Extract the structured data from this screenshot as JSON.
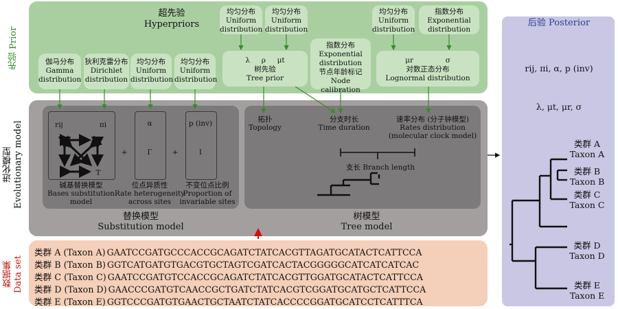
{
  "side_labels": {
    "prior": "先验 Prior",
    "evolutionary_model": "进化模型\nEvolutionary model",
    "data_set": "数据集\nData set"
  },
  "prior": {
    "hyperpriors": {
      "zh": "超先验",
      "en": "Hyperpriors"
    },
    "top_uniform_1": {
      "zh": "均匀分布",
      "en": "Uniform\ndistribution"
    },
    "top_uniform_2": {
      "zh": "均匀分布",
      "en": "Uniform\ndistribution"
    },
    "top_uniform_3": {
      "zh": "均匀分布",
      "en": "Uniform\ndistribution"
    },
    "top_exponential": {
      "zh": "指数分布",
      "en": "Exponential\ndistribution"
    },
    "gamma": {
      "zh": "伽马分布",
      "en": "Gamma\ndistribution"
    },
    "dirichlet": {
      "zh": "狄利克雷分布",
      "en": "Dirichlet\ndistribution"
    },
    "uniform_alpha": {
      "zh": "均匀分布",
      "en": "Uniform\ndistribution"
    },
    "uniform_pinv": {
      "zh": "均匀分布",
      "en": "Uniform\ndistribution"
    },
    "tree_prior": {
      "params": "λ     ρ     μt",
      "zh": "树先验",
      "en": "Tree prior"
    },
    "node_calibration": {
      "zh1": "指数分布",
      "en1": "Exponential",
      "en2": "distribution",
      "zh2": "节点年龄标记",
      "en3": "Node calibration"
    },
    "lognormal": {
      "params": "μr              σ",
      "zh": "对数正态分布",
      "en": "Lognormal distribution"
    }
  },
  "evolutionary": {
    "substitution": {
      "rij": "rij",
      "pii": "πi",
      "bases": [
        "A",
        "C",
        "G",
        "T"
      ],
      "alpha": "α",
      "gamma": "Γ",
      "pinv": "p (inv)",
      "I": "I",
      "plus1": "+",
      "plus2": "+",
      "bases_label_zh": "碱基替换模型",
      "bases_label_en": "Bases substitution\nmodel",
      "rate_label_zh": "位点异质性",
      "rate_label_en": "Rate heterogeneity\nacross sites",
      "inv_label_zh": "不变位点比例",
      "inv_label_en": "Proportion of\ninvariable sites",
      "title_zh": "替换模型",
      "title_en": "Substitution model"
    },
    "tree": {
      "topology_zh": "拓扑",
      "topology_en": "Topology",
      "time_zh": "分支时长",
      "time_en": "Time duration",
      "rates_zh": "速率分布 (分子钟模型)",
      "rates_en": "Rates distribution\n(molecular clock model)",
      "branch_length": "支长 Branch length",
      "title_zh": "树模型",
      "title_en": "Tree model"
    }
  },
  "data_set": {
    "rows": [
      {
        "taxon": "类群 A (Taxon A)",
        "sequence": "GAATCCGATGCCCACCGCAGATCTATCACGTTAGATGCATACTCATTCCA"
      },
      {
        "taxon": "类群 B (Taxon B)",
        "sequence": "GGTCATGATGTGACGTGCTAGTCGATCACTACGGGGGCATCATCATCAC"
      },
      {
        "taxon": "类群 C (Taxon C)",
        "sequence": "GAATCCGATGTCCACCGCAGATCTATCACGTTGGATGCATACTCATTCCA"
      },
      {
        "taxon": "类群 D (Taxon D)",
        "sequence": "GAACCCGATGTCAACCGCTGATCTATCACGTCGGATGCATGCTCATTCCA"
      },
      {
        "taxon": "类群 E (Taxon E)",
        "sequence": "GGTCCCGATGTGAACTGCTAATCTATCACCCCGGATGCATCCTCATTTCA"
      }
    ]
  },
  "posterior": {
    "title": "后验 Posterior",
    "params1": "rij, πi, α, p (inv)",
    "params2": "λ, μt, μr, σ",
    "taxa": [
      {
        "zh": "类群 A",
        "en": "Taxon A"
      },
      {
        "zh": "类群 B",
        "en": "Taxon B"
      },
      {
        "zh": "类群 C",
        "en": "Taxon C"
      },
      {
        "zh": "类群 D",
        "en": "Taxon D"
      },
      {
        "zh": "类群 E",
        "en": "Taxon E"
      }
    ]
  },
  "colors": {
    "prior_panel": "#a9cfa1",
    "prior_box": "#c9e3c2",
    "evo_panel": "#a39f9f",
    "evo_box": "#7c7a7a",
    "data_panel": "#f4cfb9",
    "posterior_panel": "#c9c7e4",
    "side_prior": "#3a8a2a",
    "side_data": "#c0201a",
    "posterior_title": "#2a3d8f",
    "arrow_green": "#3a8a2a",
    "arrow_red": "#d01010"
  }
}
